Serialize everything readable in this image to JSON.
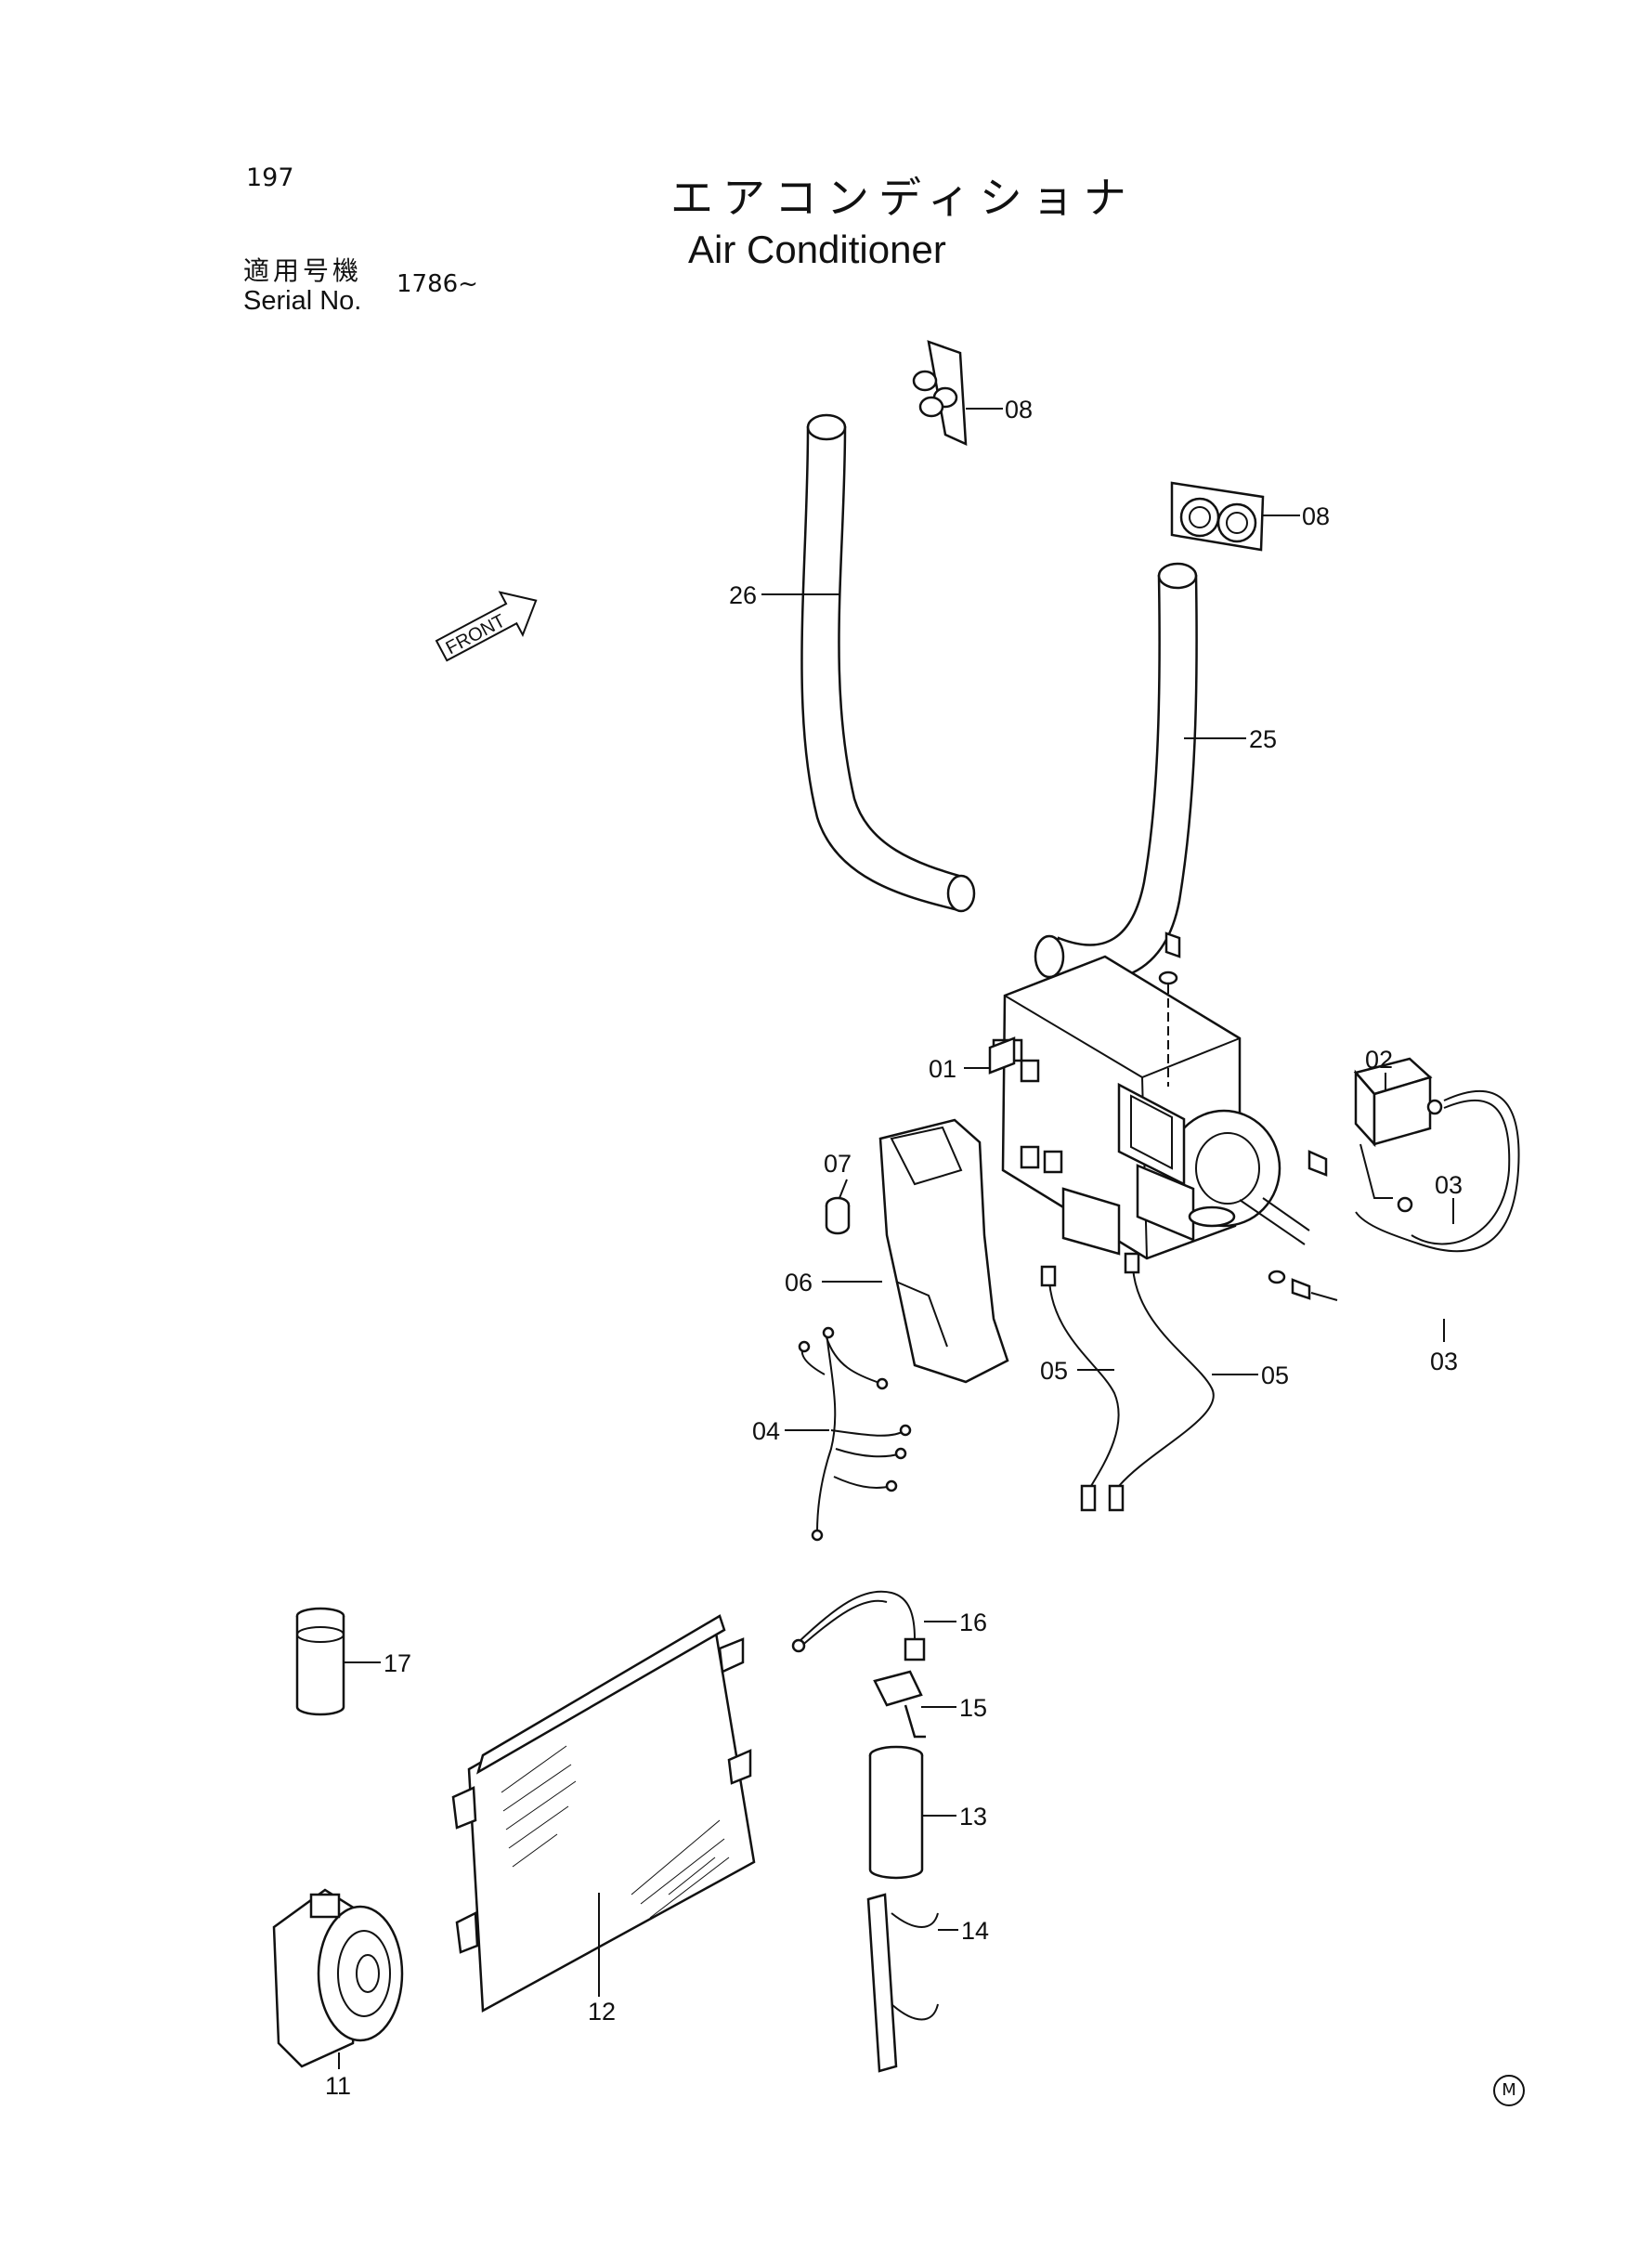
{
  "header": {
    "page_number": "197",
    "title_ja": "エアコンディショナ",
    "title_en": "Air Conditioner",
    "serial_label_ja": "適用号機",
    "serial_label_en": "Serial No.",
    "serial_value": "1786~"
  },
  "front_label": "FRONT",
  "maker_mark": "M",
  "callouts": {
    "p01": "01",
    "p02": "02",
    "p03a": "03",
    "p03b": "03",
    "p04": "04",
    "p05a": "05",
    "p05b": "05",
    "p06": "06",
    "p07": "07",
    "p08a": "08",
    "p08b": "08",
    "p11": "11",
    "p12": "12",
    "p13": "13",
    "p14": "14",
    "p15": "15",
    "p16": "16",
    "p17": "17",
    "p25": "25",
    "p26": "26"
  }
}
